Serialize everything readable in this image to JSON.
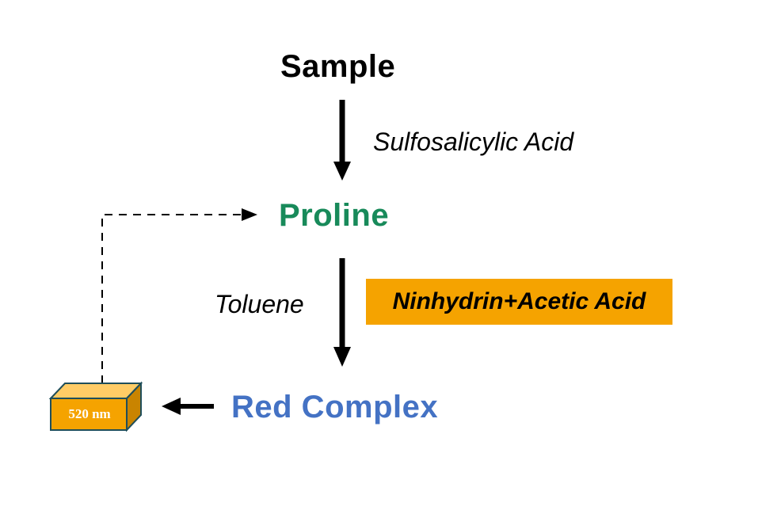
{
  "nodes": {
    "sample": "Sample",
    "proline": "Proline",
    "complex": "Red Complex"
  },
  "reagents": {
    "step1": "Sulfosalicylic Acid",
    "step2_left": "Toluene",
    "step2_right": "Ninhydrin+Acetic Acid"
  },
  "detector": {
    "wavelength_label": "520 nm"
  },
  "colors": {
    "sample_text": "#000000",
    "proline_text": "#188a5a",
    "complex_text": "#4472c4",
    "reagent_highlight": "#f5a300",
    "cuvette_front": "#f5a300",
    "cuvette_top": "#ffcc66",
    "cuvette_side": "#c98400",
    "cuvette_edge": "#1f4e5a",
    "arrow": "#000000"
  }
}
